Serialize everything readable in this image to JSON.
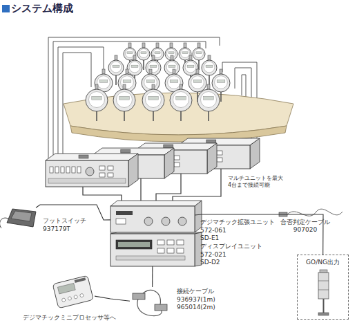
{
  "diagram": {
    "title": "システム構成",
    "nodes": [
      {
        "text": [
          "フットスイッチ",
          "937179T"
        ]
      },
      {
        "text": [
          "デジマチック拡張ユニット",
          "572-061",
          "SD-E1"
        ]
      },
      {
        "text": [
          "ディスプレイユニット",
          "572-021",
          "SD-D2"
        ]
      },
      {
        "text": [
          "GO/NG出力"
        ]
      },
      {
        "text": [
          "接続ケーブル",
          "936937(1m)",
          "965014(2m)"
        ]
      },
      {
        "text": [
          "デジマチックミニプロセッサ等へ"
        ]
      }
    ],
    "edges": [
      {
        "from": 0,
        "to": 1,
        "arrow": "none"
      },
      {
        "from": 1,
        "to": 3,
        "label": "合否判定ケーブル 907020",
        "arrow": "none"
      },
      {
        "from": 2,
        "to": 4,
        "arrow": "none"
      },
      {
        "from": 4,
        "to": 5,
        "arrow": "none"
      }
    ],
    "labels": [
      "マルチユニットを最大 4台まで接続可能"
    ]
  }
}
